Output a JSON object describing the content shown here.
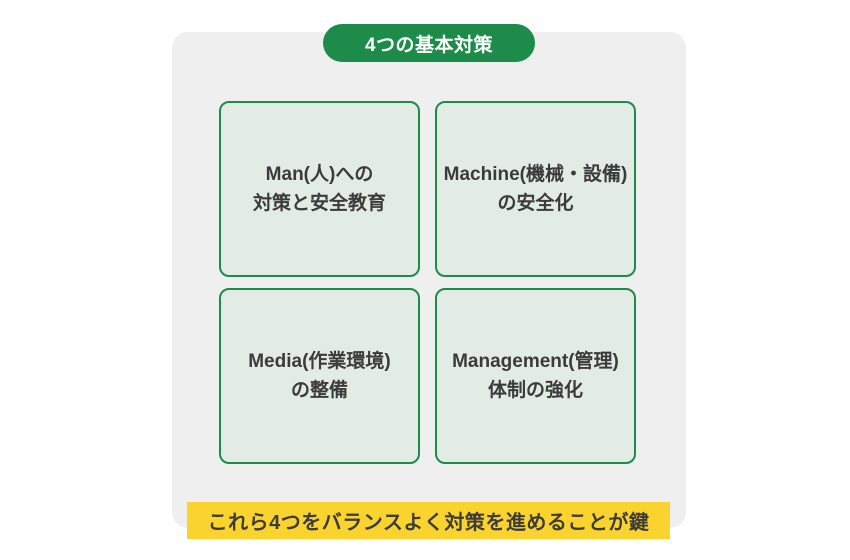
{
  "badge": {
    "label": "4つの基本対策"
  },
  "quadrants": [
    {
      "name": "man",
      "line1": "Man(人)への",
      "line2": "対策と安全教育"
    },
    {
      "name": "machine",
      "line1": "Machine(機械・設備)",
      "line2": "の安全化"
    },
    {
      "name": "media",
      "line1": "Media(作業環境)",
      "line2": "の整備"
    },
    {
      "name": "management",
      "line1": "Management(管理)",
      "line2": "体制の強化"
    }
  ],
  "footer": {
    "label": "これら4つをバランスよく対策を進めることが鍵"
  },
  "colors": {
    "accent_green": "#1d8c4a",
    "box_fill": "#e3ebe5",
    "panel_gray": "#efefef",
    "highlight_yellow": "#fbd32e",
    "text_dark": "#3b3b3b",
    "badge_text": "#ffffff"
  }
}
